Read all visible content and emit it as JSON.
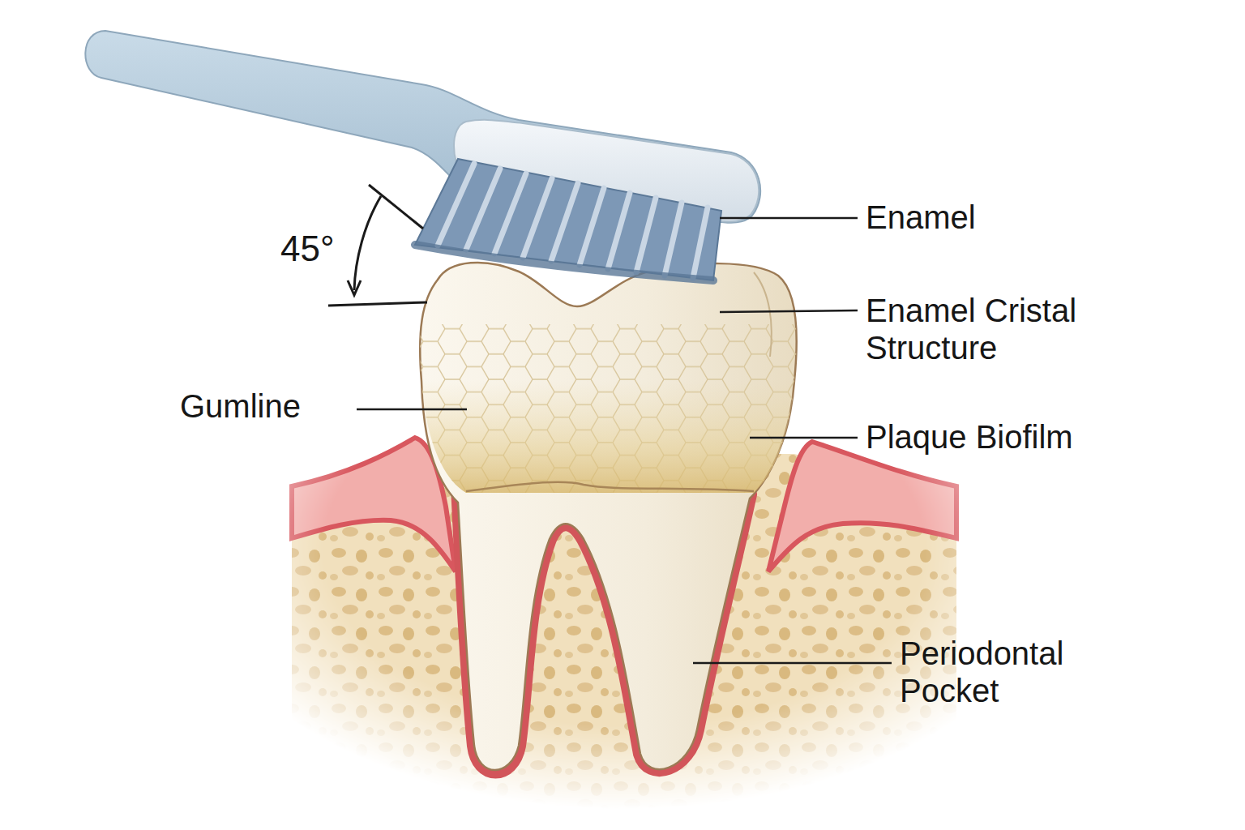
{
  "diagram": {
    "labels": [
      "45°",
      "Enamel",
      "Enamel Cristal Structure",
      "Gumline",
      "Plaque Biofilm",
      "Periodontal Pocket"
    ]
  }
}
